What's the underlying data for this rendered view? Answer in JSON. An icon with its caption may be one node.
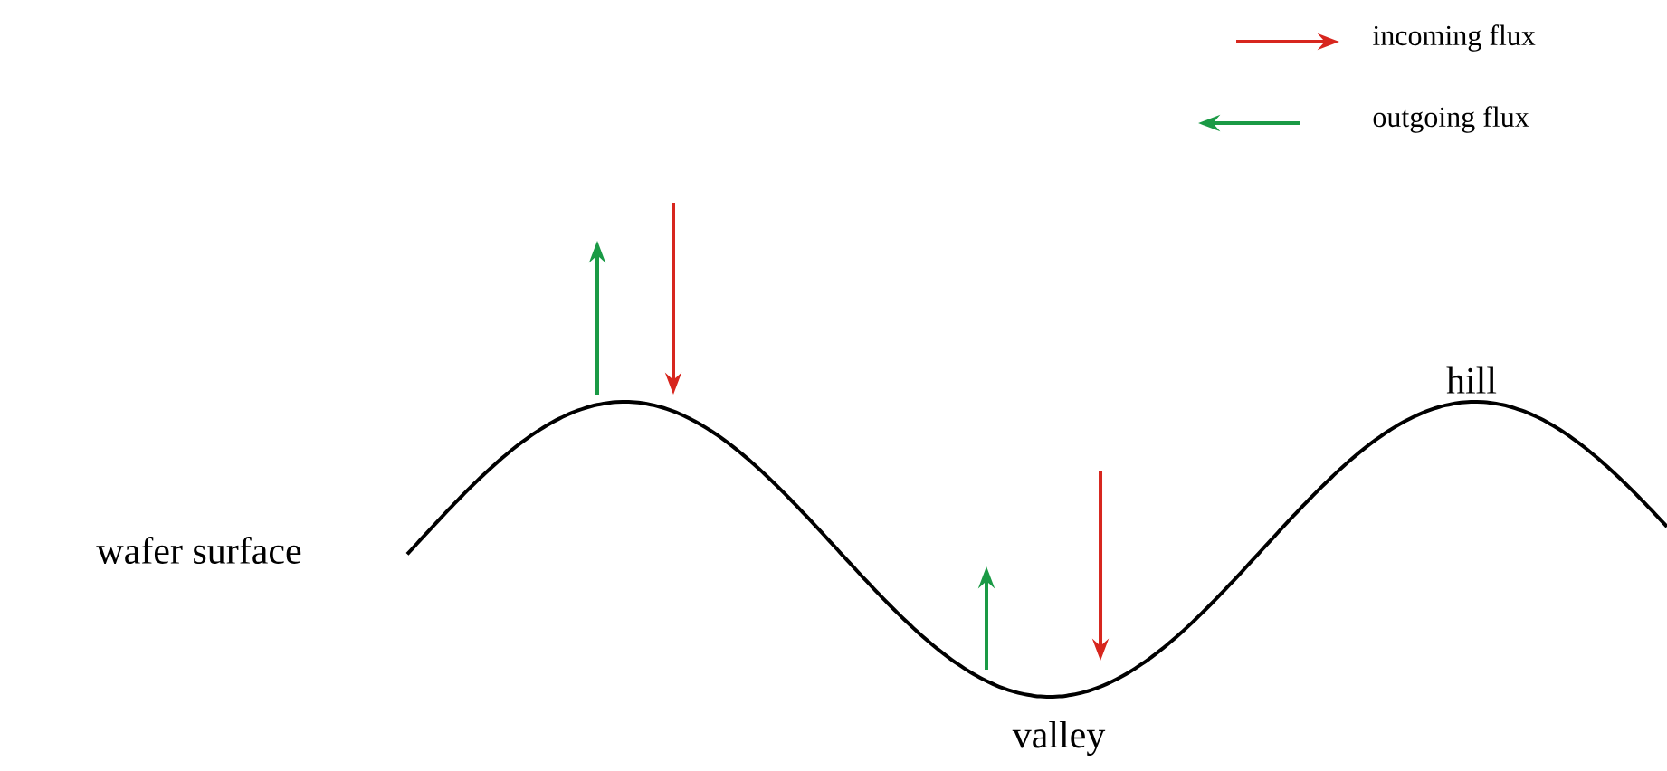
{
  "diagram": {
    "labels": [
      "hill",
      "wafer surface",
      "valley"
    ],
    "legend": [
      {
        "text": "incoming flux"
      },
      {
        "text": "outgoing flux"
      }
    ]
  }
}
